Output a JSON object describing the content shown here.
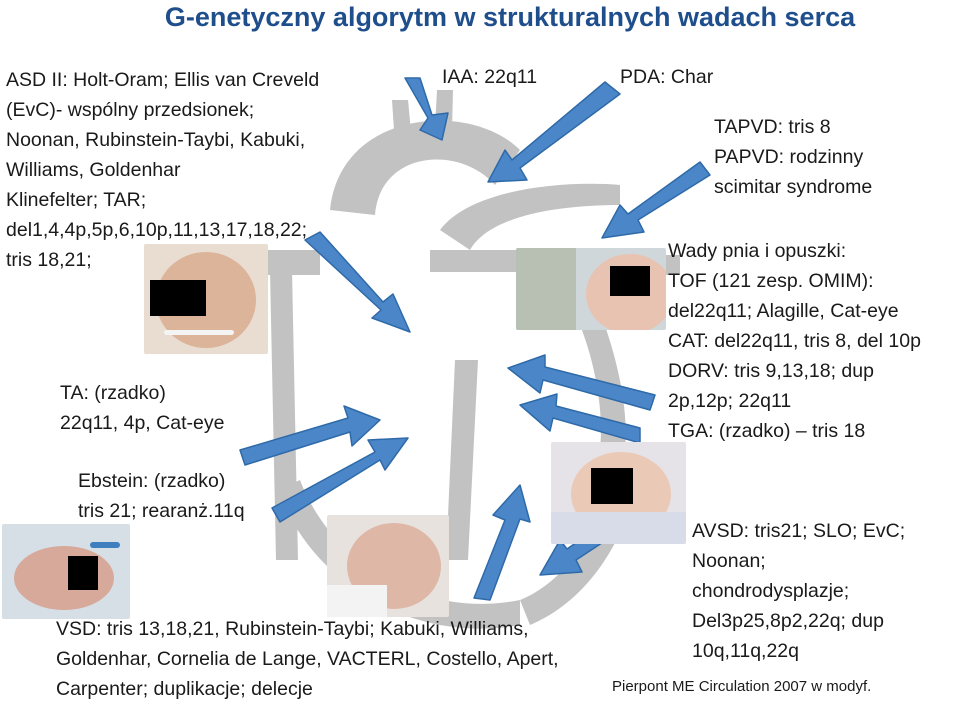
{
  "title": "G-enetyczny algorytm w strukturalnych wadach serca",
  "labels": {
    "asd": [
      "ASD II: Holt-Oram; Ellis van Creveld",
      "(EvC)- wspólny przedsionek;",
      "Noonan, Rubinstein-Taybi, Kabuki,",
      "Williams, Goldenhar",
      "Klinefelter; TAR;",
      "del1,4,4p,5p,6,10p,11,13,17,18,22;",
      "tris 18,21;"
    ],
    "iaa": "IAA: 22q11",
    "pda": "PDA: Char",
    "tapvd": [
      "TAPVD: tris 8",
      "PAPVD: rodzinny",
      "scimitar syndrome"
    ],
    "conotruncal": [
      "Wady pnia i opuszki:",
      "TOF (121 zesp. OMIM):",
      "del22q11; Alagille, Cat-eye",
      "CAT: del22q11, tris 8, del 10p",
      "DORV: tris 9,13,18; dup",
      "2p,12p; 22q11",
      "TGA: (rzadko) – tris 18"
    ],
    "ta": [
      "TA: (rzadko)",
      "22q11, 4p, Cat-eye"
    ],
    "ebstein": [
      "Ebstein: (rzadko)",
      "tris 21; rearanż.11q"
    ],
    "avsd": [
      "AVSD: tris21; SLO; EvC;",
      "Noonan;",
      "chondrodysplazje;",
      "Del3p25,8p2,22q; dup",
      "10q,11q,22q"
    ],
    "vsd": [
      "VSD: tris 13,18,21, Rubinstein-Taybi; Kabuki, Williams,",
      "Goldenhar, Cornelia de Lange, VACTERL, Costello, Apert,",
      "Carpenter; duplikacje; delecje"
    ]
  },
  "citation": "Pierpont ME Circulation 2007 w modyf.",
  "colors": {
    "title": "#1f4e8c",
    "arrow": "#4a86c8",
    "arrow_stroke": "#2f6aa8",
    "heart": "#c2c2c2",
    "text": "#1a1a1a"
  }
}
